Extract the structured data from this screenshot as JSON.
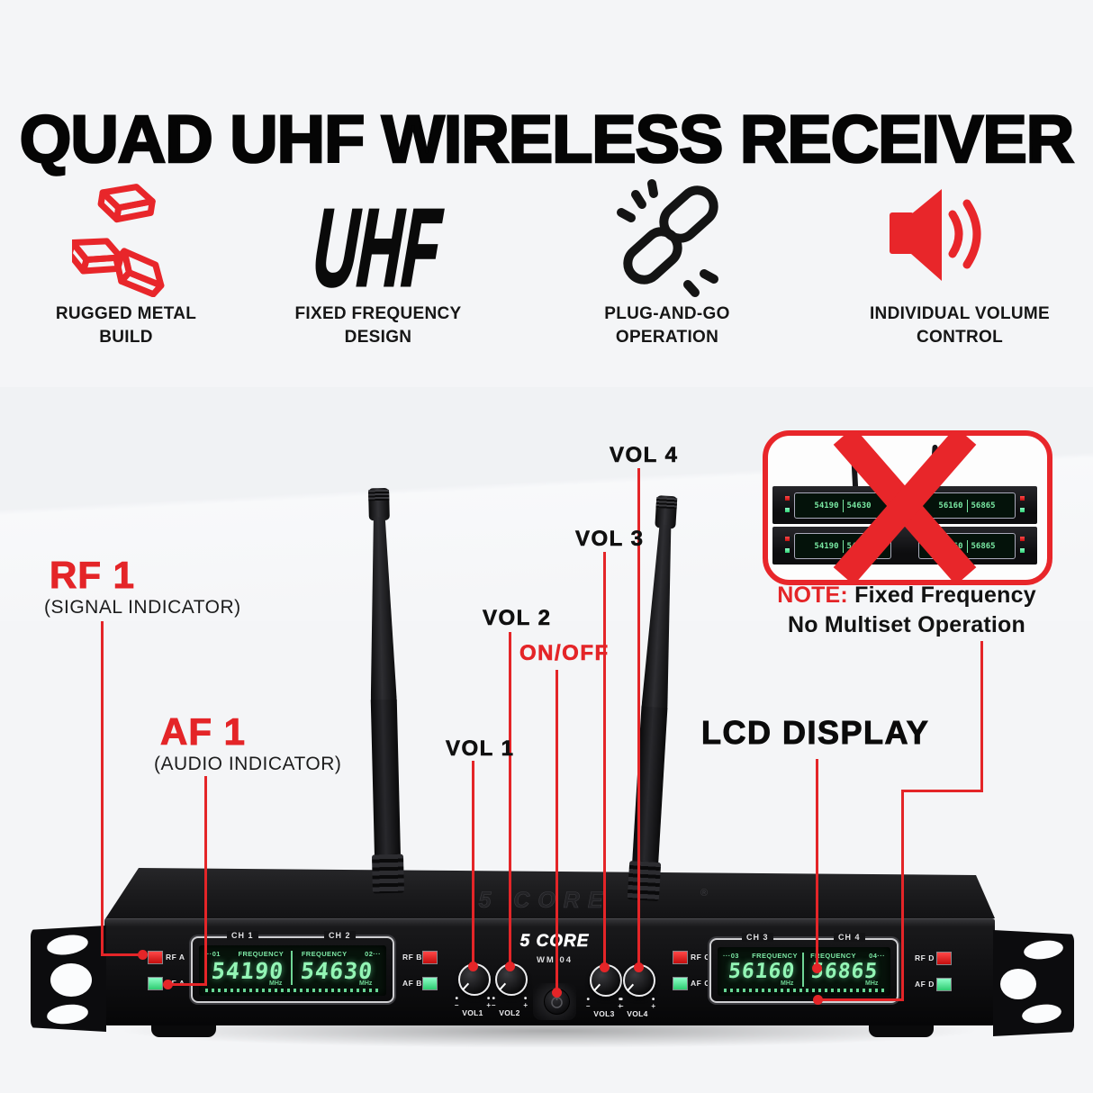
{
  "title": "QUAD UHF WIRELESS RECEIVER",
  "features": [
    {
      "icon": "metal-ingots-icon",
      "line1": "RUGGED METAL",
      "line2": "BUILD"
    },
    {
      "icon": "uhf-badge-icon",
      "badge": "UHF",
      "line1": "FIXED FREQUENCY",
      "line2": "DESIGN"
    },
    {
      "icon": "chain-link-icon",
      "line1": "PLUG-AND-GO",
      "line2": "OPERATION"
    },
    {
      "icon": "speaker-volume-icon",
      "line1": "INDIVIDUAL VOLUME",
      "line2": "CONTROL"
    }
  ],
  "callouts": {
    "rf1": {
      "label": "RF 1",
      "sub": "(SIGNAL INDICATOR)"
    },
    "af1": {
      "label": "AF 1",
      "sub": "(AUDIO INDICATOR)"
    },
    "vol1": "VOL 1",
    "vol2": "VOL 2",
    "vol3": "VOL 3",
    "vol4": "VOL 4",
    "onoff": "ON/OFF",
    "lcd": "LCD DISPLAY"
  },
  "note": {
    "prefix": "NOTE:",
    "text1": "Fixed Frequency",
    "text2": "No Multiset Operation"
  },
  "device": {
    "top_logo": "5 CORE",
    "reg_mark": "®",
    "brand": "5 CORE",
    "model": "WM 04",
    "displays": {
      "left": {
        "ch_a": "CH 1",
        "ch_b": "CH 2",
        "id_a": "···01",
        "id_b": "02···",
        "freq_label": "FREQUENCY",
        "freq_a": "54190",
        "freq_b": "54630",
        "unit": "MHz"
      },
      "right": {
        "ch_a": "CH 3",
        "ch_b": "CH 4",
        "id_a": "···03",
        "id_b": "04···",
        "freq_label": "FREQUENCY",
        "freq_a": "56160",
        "freq_b": "56865",
        "unit": "MHz"
      }
    },
    "indicators": {
      "rf_a": "RF A",
      "af_a": "AF A",
      "rf_b": "RF B",
      "af_b": "AF B",
      "rf_c": "RF C",
      "af_c": "AF C",
      "rf_d": "RF D",
      "af_d": "AF D"
    },
    "knobs": {
      "k1": "VOL1",
      "k2": "VOL2",
      "k3": "VOL3",
      "k4": "VOL4",
      "minus": "–",
      "plus": "+"
    }
  },
  "colors": {
    "accent_red": "#e42528",
    "lcd_green": "#8df2b0",
    "panel_black": "#101012",
    "background": "#f4f5f7"
  }
}
